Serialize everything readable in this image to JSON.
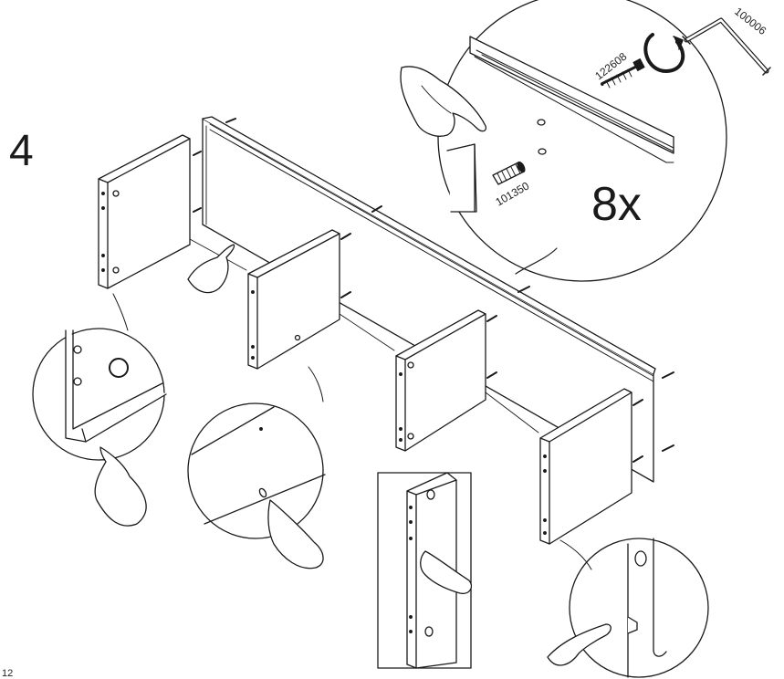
{
  "step_number": "4",
  "quantity": "8x",
  "parts": {
    "screw_id": "122608",
    "dowel_id": "101350",
    "allen_key_id": "100006"
  },
  "page_number": "12",
  "colors": {
    "ink": "#1a1a1a",
    "paper": "#ffffff",
    "shade": "#9a9a9a"
  }
}
